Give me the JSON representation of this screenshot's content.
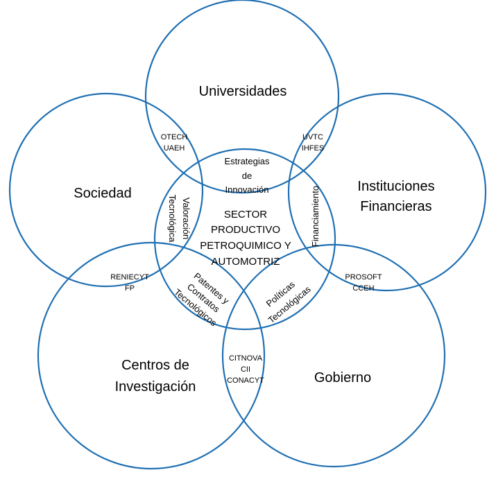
{
  "colors": {
    "ring_stroke": "#1f6fb2",
    "text": "#000000",
    "background": "#ffffff"
  },
  "nodes": {
    "universidades": "Universidades",
    "sociedad": "Sociedad",
    "instituciones": [
      "Instituciones",
      "Financieras"
    ],
    "centros": [
      "Centros de",
      "Investigación"
    ],
    "gobierno": "Gobierno",
    "sector": [
      "SECTOR",
      "PRODUCTIVO",
      "PETROQUIMICO Y",
      "AUTOMOTRIZ"
    ]
  },
  "intersections": {
    "univ_soc": [
      "OTECH",
      "UAEH"
    ],
    "univ_inst": [
      "UVTC",
      "IHFES"
    ],
    "soc_centros": [
      "RENIECYT",
      "FP"
    ],
    "inst_gob": [
      "PROSOFT",
      "CCEH"
    ],
    "centros_gob": [
      "CITNOVA",
      "CII",
      "CONACYT"
    ]
  },
  "links": {
    "estrategias": [
      "Estrategias",
      "de",
      "Innovación"
    ],
    "valoracion": [
      "Valoración",
      "Tecnológica"
    ],
    "financiamiento": "Financiamiento",
    "patentes": [
      "Patentes y",
      "Contratos",
      "Tecnológicos"
    ],
    "politicas": [
      "Políticas",
      "Tecnológicas"
    ]
  }
}
